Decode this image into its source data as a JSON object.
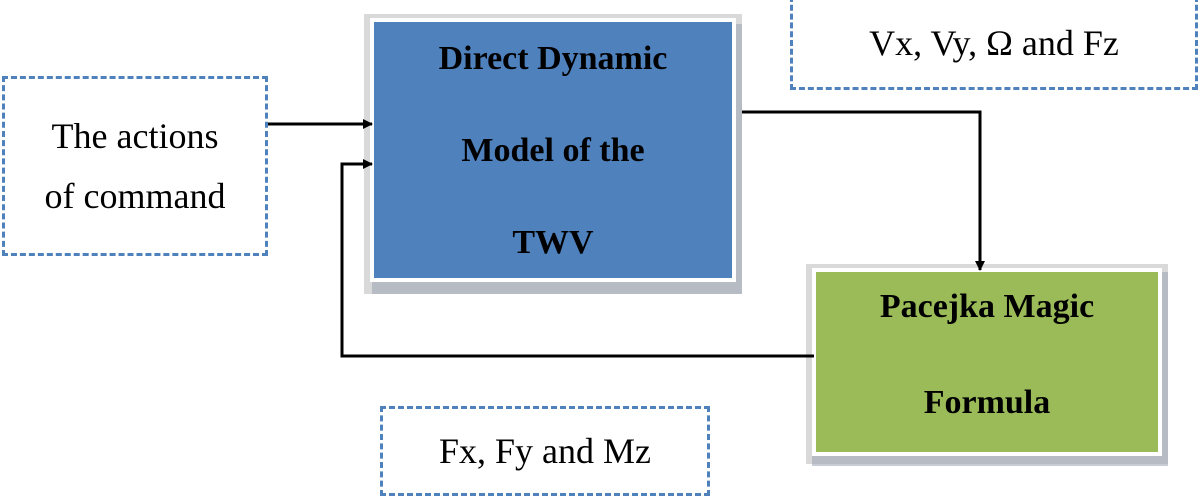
{
  "blocks": {
    "dynamic_model": {
      "lines": [
        "Direct Dynamic",
        "Model of the",
        "TWV"
      ],
      "fill": "#4f81bd"
    },
    "pacejka": {
      "lines": [
        "Pacejka Magic",
        "Formula"
      ],
      "fill": "#9bbb59"
    }
  },
  "labels": {
    "command_actions": [
      "The actions",
      "of command"
    ],
    "velocities": "Vx, Vy, Ω and Fz",
    "forces": "Fx, Fy and Mz"
  },
  "colors": {
    "dashed_border": "#4f81bd",
    "arrow": "#000000"
  }
}
